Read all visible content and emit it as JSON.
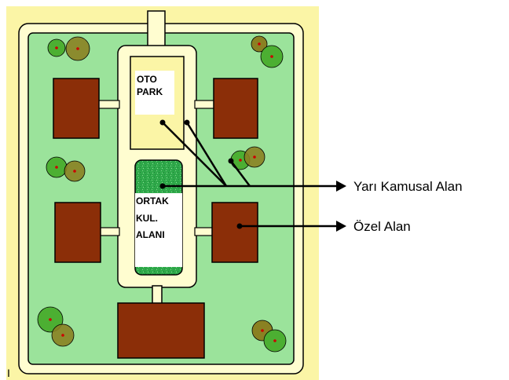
{
  "plan": {
    "parking_label_line1": "OTO",
    "parking_label_line2": "PARK",
    "common_area_line1": "ORTAK",
    "common_area_line2": "KUL.",
    "common_area_line3": "ALANI"
  },
  "legend": {
    "semi_public_label": "Yarı Kamusal Alan",
    "private_label": "Özel Alan"
  },
  "corner_mark": "I",
  "colors": {
    "background": "#fbf5a6",
    "garden": "#9be39b",
    "path": "#fffdd0",
    "path_outline": "#000000",
    "building": "#8b2e08",
    "common_area_fill": "#2fa94a",
    "tree_green": "#4caf32",
    "tree_olive": "#8a8122",
    "tree_dot": "#cc0000"
  }
}
